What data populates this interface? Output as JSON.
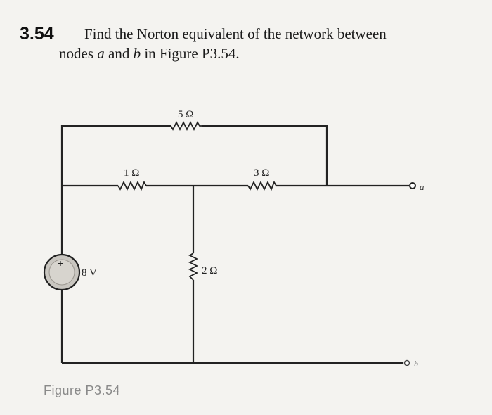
{
  "problem": {
    "number": "3.54",
    "text_line1": "Find the Norton equivalent of the network between",
    "text_line2_pre": "nodes ",
    "node_a": "a",
    "text_line2_mid": " and ",
    "node_b": "b",
    "text_line2_post": " in Figure P3.54."
  },
  "circuit": {
    "resistors": [
      {
        "id": "R5",
        "label": "5 Ω"
      },
      {
        "id": "R1",
        "label": "1 Ω"
      },
      {
        "id": "R3",
        "label": "3 Ω"
      },
      {
        "id": "R2",
        "label": "2 Ω"
      }
    ],
    "source": {
      "label": "8 V",
      "polarity": "+"
    },
    "terminals": {
      "a": "a",
      "b": "b"
    }
  },
  "caption": "Figure P3.54"
}
